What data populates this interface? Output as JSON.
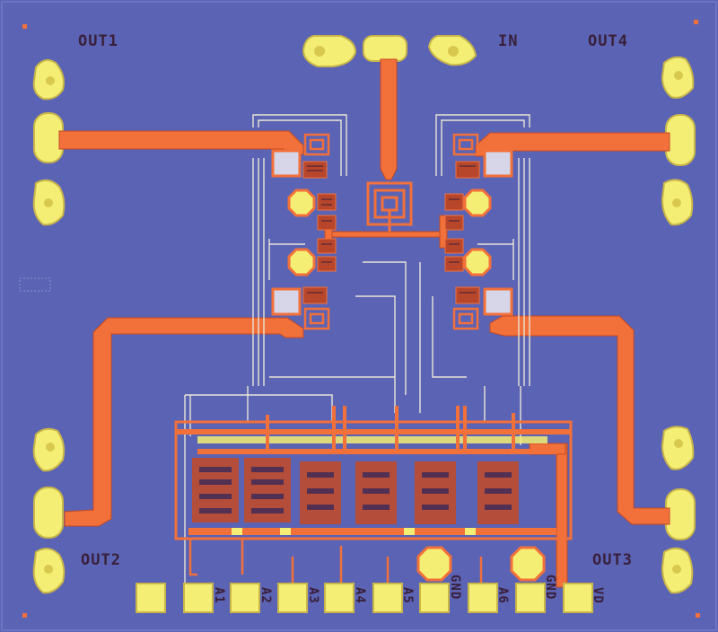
{
  "labels": {
    "out1": "OUT1",
    "out2": "OUT2",
    "out3": "OUT3",
    "out4": "OUT4",
    "in": "IN"
  },
  "pins": [
    "A1",
    "A2",
    "A3",
    "A4",
    "A5",
    "GND",
    "A6",
    "GND",
    "VD"
  ],
  "colors": {
    "substrate": "#5b63b4",
    "pad": "#f4ef74",
    "pad_edge": "#c9b64a",
    "trace": "#f2703a",
    "trace_dark": "#c44a24",
    "thin_line": "#e9e6d6",
    "capacitor": "#d6d6e8"
  }
}
